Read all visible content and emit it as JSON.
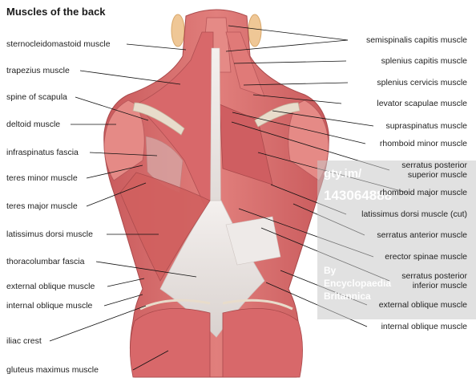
{
  "title": "Muscles of the back",
  "labels_left": [
    "sternocleidomastoid muscle",
    "trapezius muscle",
    "spine of scapula",
    "deltoid muscle",
    "infraspinatus fascia",
    "teres minor muscle",
    "teres major muscle",
    "latissimus dorsi muscle",
    "thoracolumbar fascia",
    "external oblique muscle",
    "internal oblique muscle",
    "iliac crest",
    "gluteus maximus muscle"
  ],
  "labels_right": [
    "semispinalis capitis muscle",
    "splenius capitis muscle",
    "splenius cervicis muscle",
    "levator scapulae muscle",
    "supraspinatus muscle",
    "rhomboid minor muscle",
    "serratus posterior",
    "superior muscle",
    "rhomboid major muscle",
    "latissimus dorsi muscle (cut)",
    "serratus anterior muscle",
    "erector spinae muscle",
    "serratus posterior",
    "inferior muscle",
    "external oblique muscle",
    "internal oblique muscle"
  ],
  "watermark": {
    "line1": "gty.im/",
    "line2": "143064888",
    "line3": "By",
    "line4": "Encyclopaedia",
    "line5": "Britannica"
  },
  "colors": {
    "muscle": "#d9706f",
    "muscle_dark": "#b94f51",
    "tendon": "#e9e3e0",
    "bone": "#e8dccb",
    "ear": "#efc796",
    "leader": "#111111"
  }
}
